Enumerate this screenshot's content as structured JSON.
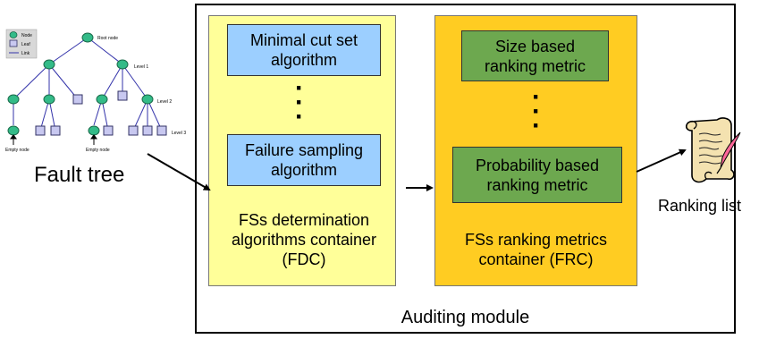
{
  "fault_tree": {
    "caption": "Fault tree",
    "legend": {
      "node": "Node",
      "leaf": "Leaf",
      "link": "Link"
    },
    "labels": {
      "root": "Root node",
      "level1": "Level 1",
      "level2": "Level 2",
      "level3": "Level 3",
      "empty1": "Empty node",
      "empty2": "Empty node"
    }
  },
  "auditing_module": {
    "label": "Auditing module",
    "fdc": {
      "box1": [
        "Minimal cut set",
        "algorithm"
      ],
      "dots": "⋮",
      "box2": [
        "Failure sampling",
        "algorithm"
      ],
      "caption": [
        "FSs determination",
        "algorithms container",
        "(FDC)"
      ]
    },
    "frc": {
      "box1": [
        "Size based",
        "ranking metric"
      ],
      "dots": "⋮",
      "box2": [
        "Probability based",
        "ranking metric"
      ],
      "caption": [
        "FSs ranking metrics",
        "container (FRC)"
      ]
    }
  },
  "output": {
    "label": "Ranking list"
  },
  "colors": {
    "fdc_bg": "#ffff99",
    "frc_bg": "#ffcc22",
    "algorithm_box": "#9ccfff",
    "metric_box": "#6da84f",
    "tree_node": "#33bb88",
    "tree_leaf": "#c8c8f0",
    "tree_link": "#3333aa"
  }
}
